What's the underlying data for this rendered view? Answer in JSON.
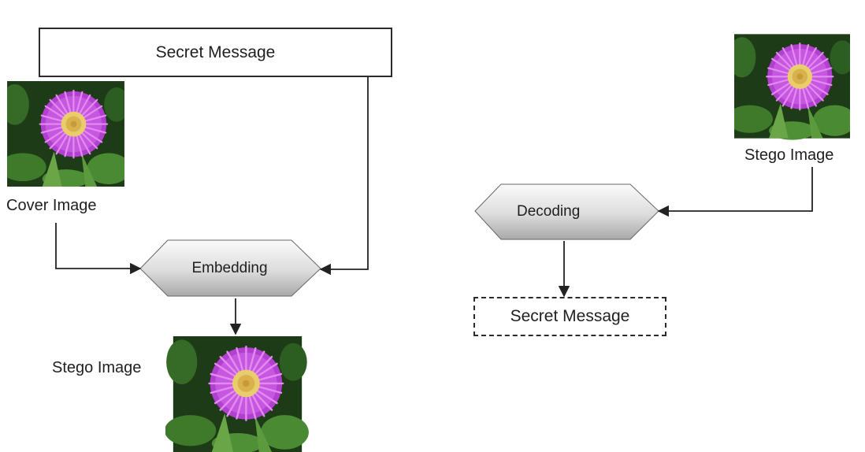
{
  "diagram": {
    "secret_message_top": "Secret Message",
    "cover_image_label": "Cover Image",
    "embedding_label": "Embedding",
    "stego_image_left_label": "Stego Image",
    "stego_image_right_label": "Stego Image",
    "decoding_label": "Decoding",
    "secret_message_bottom": "Secret Message"
  },
  "icons": {
    "flower_image": "flower-photo"
  },
  "colors": {
    "line": "#222222",
    "hex_fill_light": "#f4f4f4",
    "hex_fill_dark": "#b9b9b9",
    "petal": "#c24fd9",
    "flower_center": "#e6c96a",
    "foliage": "#2f5a22"
  }
}
